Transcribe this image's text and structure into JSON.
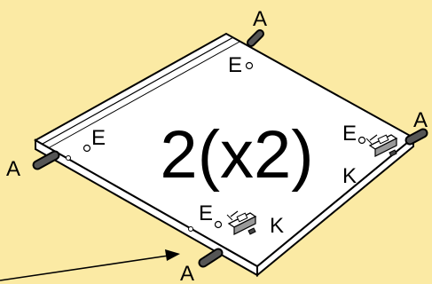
{
  "colors": {
    "background": "#fbeaa4",
    "panel": "#ffffff",
    "ink": "#000000"
  },
  "quantity_label": "2(x2)",
  "labels": {
    "dowel": "A",
    "hole": "E",
    "hinge": "K"
  },
  "icons": [
    "dowel-icon",
    "hinge-hardware-icon",
    "pointer-arrow-icon"
  ]
}
